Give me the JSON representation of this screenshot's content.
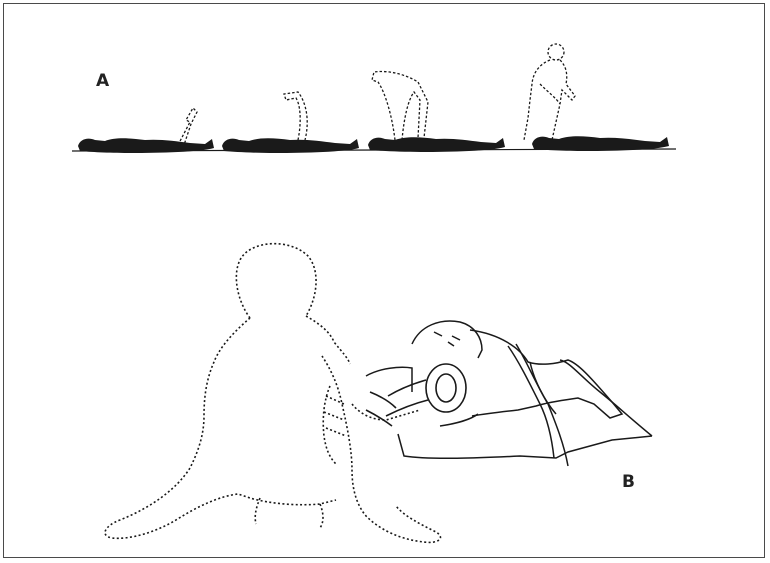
{
  "figure": {
    "panel_a_label": "A",
    "panel_b_label": "B"
  },
  "colors": {
    "border": "#4a4a4a",
    "silhouette": "#1a1a1a",
    "outline": "#222222"
  },
  "icons": [
    "lying-figure-silhouette",
    "raised-leg-dotted-outline",
    "standing-helper-dotted-outline",
    "sitting-helper-dotted-outline",
    "recumbent-patient-line-drawing"
  ]
}
